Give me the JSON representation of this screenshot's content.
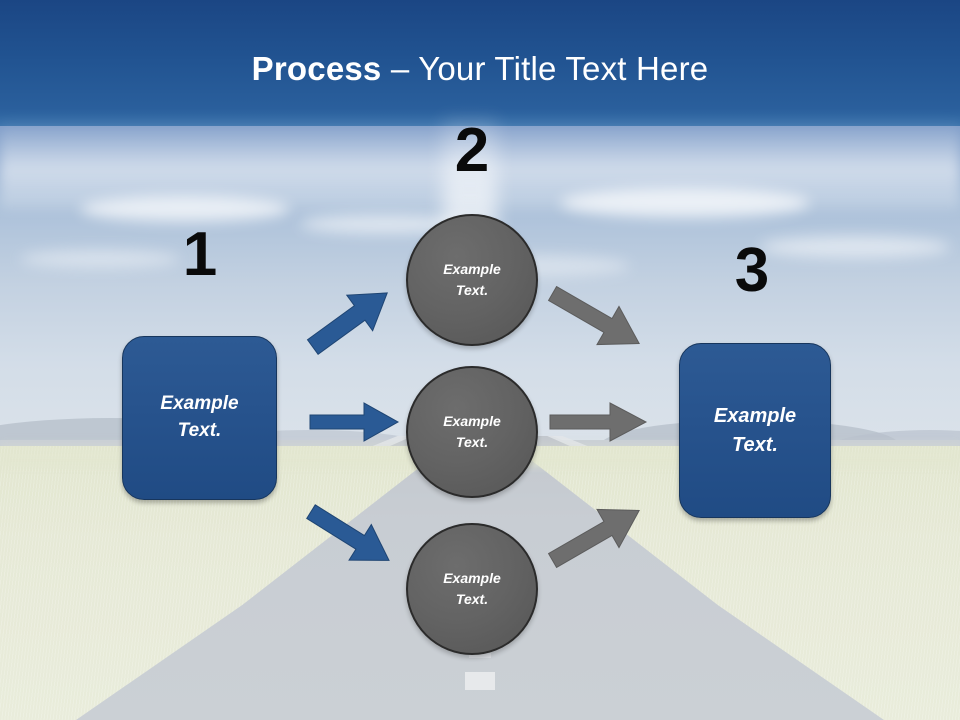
{
  "slide": {
    "title_strong": "Process",
    "title_separator": " – ",
    "title_rest": "Your Title Text Here"
  },
  "colors": {
    "title_text": "#ffffff",
    "sky_top": "#1b4684",
    "sky_bottom": "#dce3ea",
    "box_blue": "#27538d",
    "box_border": "#17365d",
    "circle_gray": "#636363",
    "circle_border": "#2b2b2b",
    "arrow_blue": "#2a5a95",
    "arrow_gray": "#6e6e6e",
    "number_black": "#0a0a0a",
    "grass": "#e6e9d6",
    "road": "#c8cdd3"
  },
  "steps": [
    {
      "number": "1",
      "label": "Example\nText."
    },
    {
      "number": "2",
      "label": "Example\nText."
    },
    {
      "number": "3",
      "label": "Example\nText."
    }
  ],
  "stages": {
    "start_box": {
      "number": "1",
      "line1": "Example",
      "line2": "Text."
    },
    "middle_circles": [
      {
        "line1": "Example",
        "line2": "Text."
      },
      {
        "line1": "Example",
        "line2": "Text."
      },
      {
        "line1": "Example",
        "line2": "Text."
      }
    ],
    "end_box": {
      "number": "3",
      "line1": "Example",
      "line2": "Text."
    },
    "middle_number": "2"
  },
  "arrows": [
    {
      "name": "blue-arrow-up",
      "color": "#2a5a95",
      "direction": "up-right",
      "from": "start-box",
      "to": "circle-top"
    },
    {
      "name": "blue-arrow-right",
      "color": "#2a5a95",
      "direction": "right",
      "from": "start-box",
      "to": "circle-middle"
    },
    {
      "name": "blue-arrow-down",
      "color": "#2a5a95",
      "direction": "down-right",
      "from": "start-box",
      "to": "circle-bottom"
    },
    {
      "name": "gray-arrow-down",
      "color": "#6e6e6e",
      "direction": "down-right",
      "from": "circle-top",
      "to": "end-box"
    },
    {
      "name": "gray-arrow-right",
      "color": "#6e6e6e",
      "direction": "right",
      "from": "circle-middle",
      "to": "end-box"
    },
    {
      "name": "gray-arrow-up",
      "color": "#6e6e6e",
      "direction": "up-right",
      "from": "circle-bottom",
      "to": "end-box"
    }
  ],
  "background": {
    "scene": "road-through-fields-with-sky",
    "elements": [
      "sky-gradient",
      "clouds",
      "distant-hills",
      "asphalt-road",
      "road-center-dashes",
      "grass-fields"
    ]
  }
}
